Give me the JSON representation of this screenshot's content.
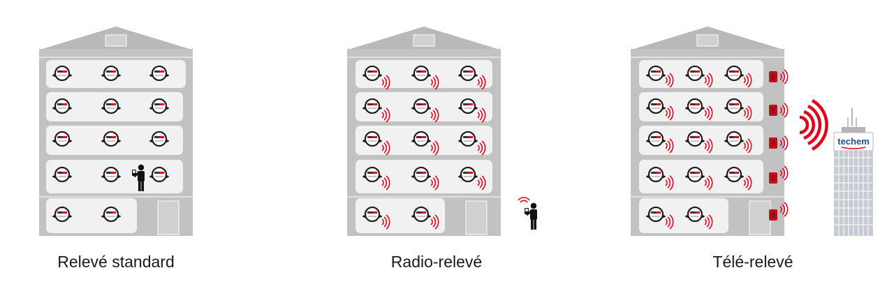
{
  "captions": {
    "standard": "Relevé standard",
    "radio": "Radio-relevé",
    "tele": "Télé-relevé"
  },
  "brand": {
    "tower_logo": "techem",
    "logo_color": "#1e4f8f",
    "signal_color": "#e3001b",
    "building_color": "#b9b9b9"
  },
  "icons": [
    "building-icon",
    "meter-icon",
    "person-with-reader-icon",
    "radio-signal-icon",
    "gateway-box-icon",
    "office-tower-icon"
  ]
}
